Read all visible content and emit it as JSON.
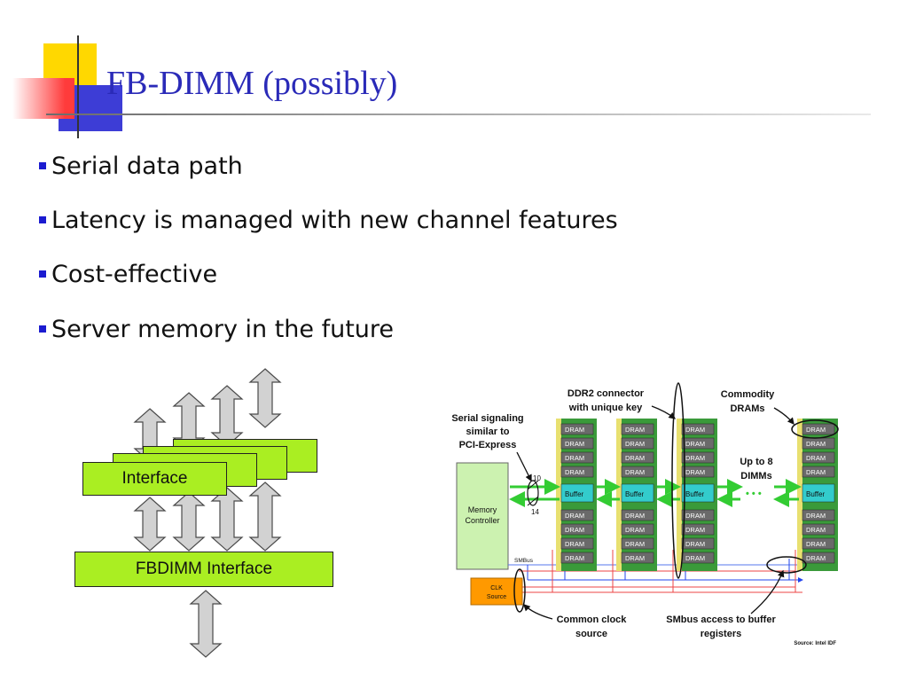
{
  "slide": {
    "title": "FB-DIMM (possibly)",
    "bullets": [
      "Serial data path",
      "Latency is managed with new channel features",
      "Cost-effective",
      "Server memory in the future"
    ]
  },
  "left_diagram": {
    "interface_label": "Interface",
    "fbdimm_label": "FBDIMM Interface"
  },
  "right_diagram": {
    "serial_signaling": [
      "Serial signaling",
      "similar to",
      "PCI-Express"
    ],
    "ddr2_connector": [
      "DDR2 connector",
      "with unique key"
    ],
    "commodity_drams": [
      "Commodity",
      "DRAMs"
    ],
    "up_to_8": [
      "Up to 8",
      "DIMMs"
    ],
    "memory_controller": [
      "Memory",
      "Controller"
    ],
    "lane_top": "10",
    "lane_bottom": "14",
    "smbus": "SMBus",
    "clk_source": [
      "CLK",
      "Source"
    ],
    "common_clock": [
      "Common clock",
      "source"
    ],
    "smbus_access": [
      "SMbus access to buffer",
      "registers"
    ],
    "dram": "DRAM",
    "buffer": "Buffer",
    "ellipsis": "• • •",
    "source_note": "Source: Intel IDF"
  },
  "colors": {
    "title": "#2a2ab8",
    "bullet_square": "#1b1bd0",
    "green_box": "#aaee22",
    "dimm_green": "#3a9a3a",
    "buffer_cyan": "#33cccc",
    "arrow_green": "#33cc33",
    "clk_orange": "#ff9900"
  }
}
